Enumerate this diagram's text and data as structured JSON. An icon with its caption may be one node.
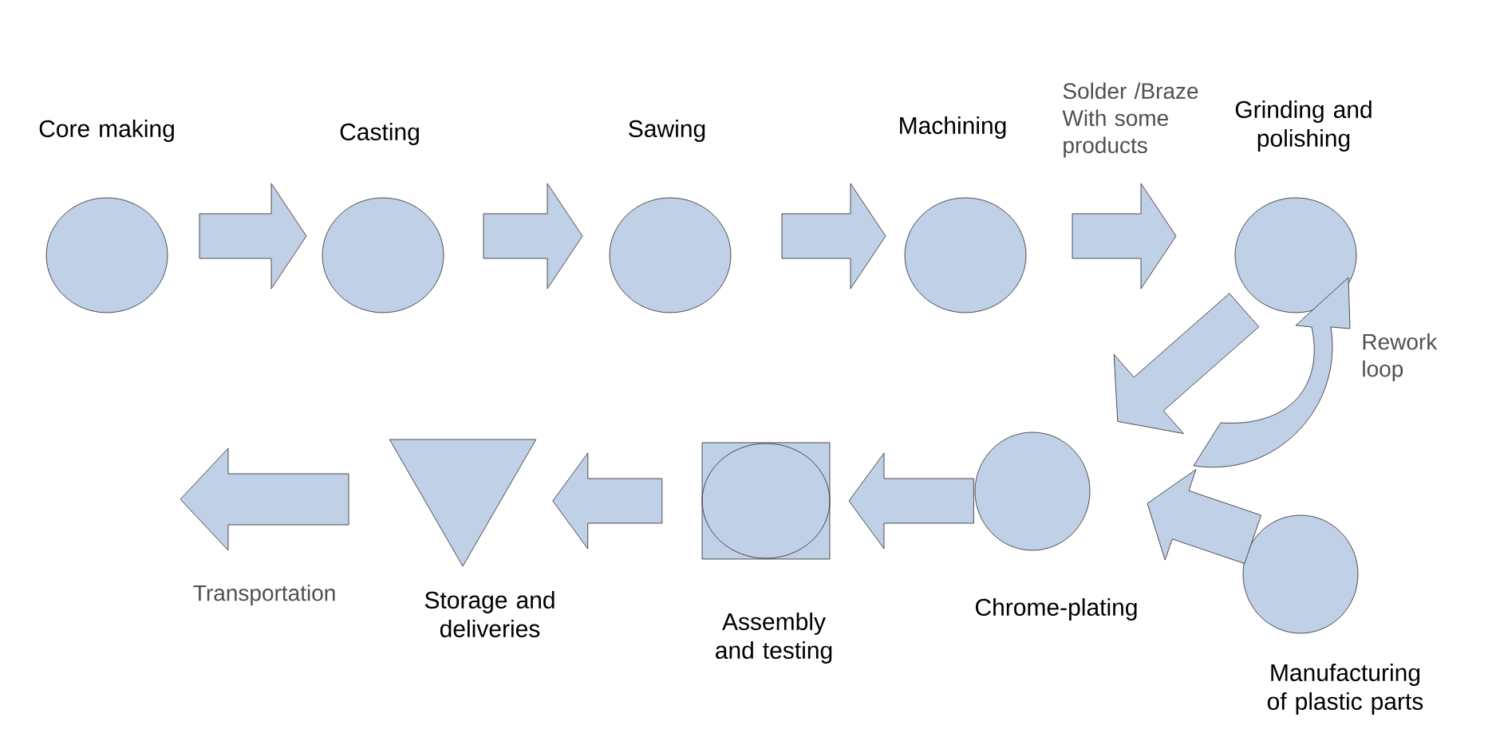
{
  "diagram": {
    "nodes": [
      {
        "text": [
          "Core making"
        ]
      },
      {
        "text": [
          "Casting"
        ]
      },
      {
        "text": [
          "Sawing"
        ]
      },
      {
        "text": [
          "Machining"
        ]
      },
      {
        "text": [
          "Grinding and polishing"
        ]
      },
      {
        "text": [
          "Chrome-plating"
        ]
      },
      {
        "text": [
          "Manufacturing of plastic parts"
        ]
      },
      {
        "text": [
          "Assembly and testing"
        ]
      },
      {
        "text": [
          "Storage and deliveries"
        ]
      }
    ],
    "edges": [
      {
        "from": 0,
        "to": 1,
        "arrow": "to"
      },
      {
        "from": 1,
        "to": 2,
        "arrow": "to"
      },
      {
        "from": 2,
        "to": 3,
        "arrow": "to"
      },
      {
        "from": 3,
        "to": 4,
        "arrow": "to",
        "label": "Solder /Braze With some products"
      },
      {
        "from": 4,
        "to": 5,
        "arrow": "to"
      },
      {
        "from": 5,
        "to": 4,
        "arrow": "to",
        "label": "Rework loop"
      },
      {
        "from": 6,
        "to": 5,
        "arrow": "to"
      },
      {
        "from": 5,
        "to": 7,
        "arrow": "to"
      },
      {
        "from": 7,
        "to": 8,
        "arrow": "to"
      },
      {
        "from": 8,
        "to": null,
        "arrow": "to",
        "label": "Transportation"
      }
    ]
  }
}
